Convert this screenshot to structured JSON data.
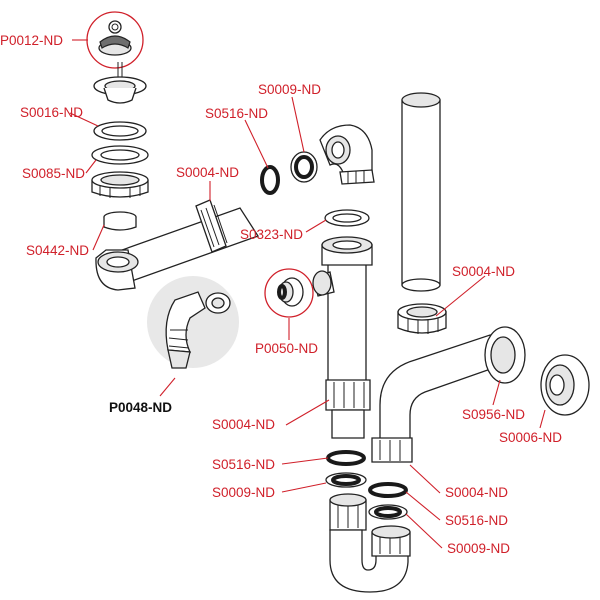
{
  "labels": {
    "p0012": "P0012-ND",
    "s0016": "S0016-ND",
    "s0085": "S0085-ND",
    "s0442": "S0442-ND",
    "s0004_a": "S0004-ND",
    "s0516_a": "S0516-ND",
    "s0009_a": "S0009-ND",
    "s0323": "S0323-ND",
    "s0004_b": "S0004-ND",
    "p0050": "P0050-ND",
    "p0048": "P0048-ND",
    "s0956": "S0956-ND",
    "s0006": "S0006-ND",
    "s0004_c": "S0004-ND",
    "s0516_b": "S0516-ND",
    "s0009_b": "S0009-ND",
    "s0004_d": "S0004-ND",
    "s0516_c": "S0516-ND",
    "s0009_c": "S0009-ND"
  },
  "colors": {
    "label_red": "#d0202a",
    "label_black": "#111111",
    "highlight_grey": "#e8e8e8"
  }
}
